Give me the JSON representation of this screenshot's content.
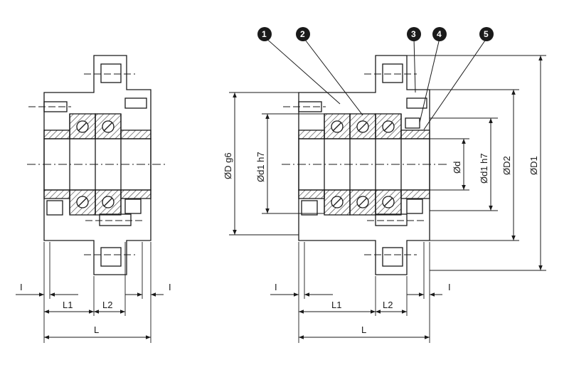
{
  "drawing": {
    "type": "technical-cross-section",
    "colors": {
      "line": "#1a1a1a",
      "hatch": "#333333",
      "background": "#ffffff"
    },
    "callouts": [
      "1",
      "2",
      "3",
      "4",
      "5"
    ],
    "diameter_labels": {
      "bore": "Ød",
      "shaft_d1_left": "Ød1 h7",
      "shaft_d1_right": "Ød1 h7",
      "outer_D": "ØD g6",
      "D1": "ØD1",
      "D2": "ØD2"
    },
    "length_labels": {
      "left": {
        "L": "L",
        "L1": "L1",
        "L2": "L2",
        "I_left": "I",
        "I_right": "I"
      },
      "right": {
        "L": "L",
        "L1": "L1",
        "L2": "L2",
        "I_left": "I",
        "I_right": "I"
      }
    }
  }
}
